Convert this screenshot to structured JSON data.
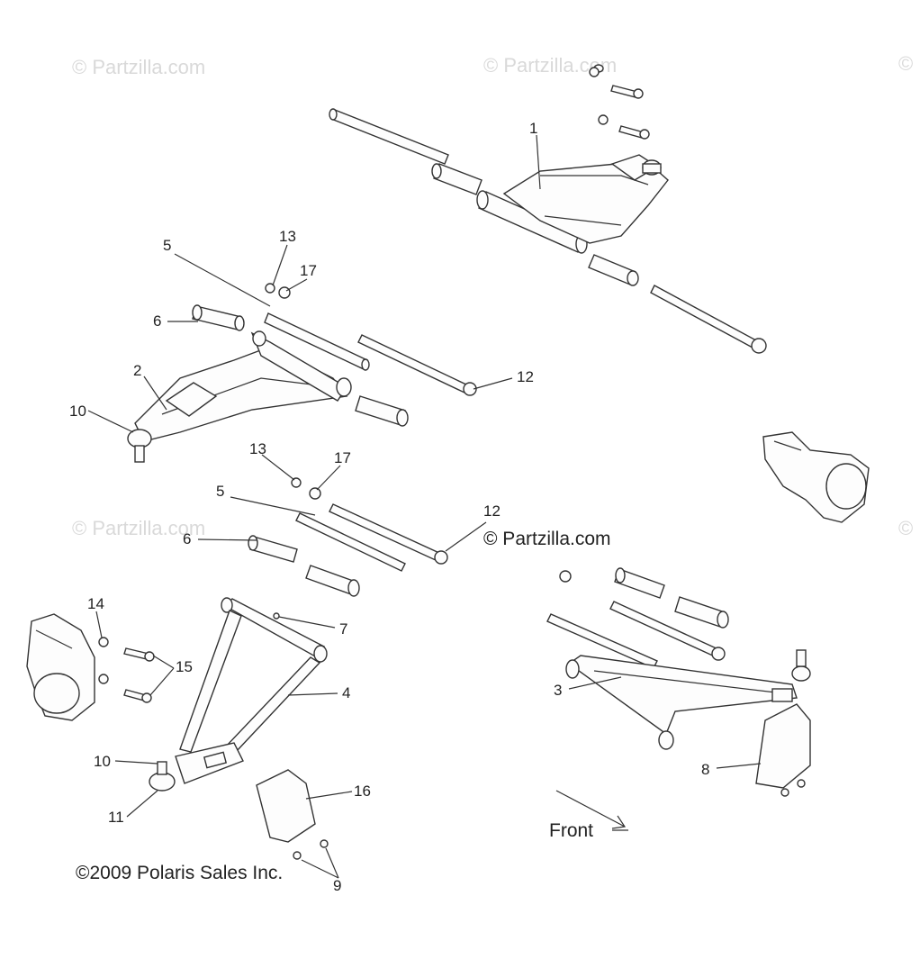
{
  "watermarks": [
    "© Partzilla.com",
    "© Partzilla.com",
    "©",
    "© Partzilla.com",
    "©"
  ],
  "partzilla_label": "© Partzilla.com",
  "copyright": "©2009 Polaris Sales Inc.",
  "front_label": "Front",
  "callouts": {
    "c1": "1",
    "c2": "2",
    "c3": "3",
    "c4": "4",
    "c5a": "5",
    "c5b": "5",
    "c6a": "6",
    "c6b": "6",
    "c7": "7",
    "c8": "8",
    "c9": "9",
    "c10a": "10",
    "c10b": "10",
    "c11": "11",
    "c12a": "12",
    "c12b": "12",
    "c13a": "13",
    "c13b": "13",
    "c14": "14",
    "c15": "15",
    "c16": "16",
    "c17a": "17",
    "c17b": "17"
  }
}
